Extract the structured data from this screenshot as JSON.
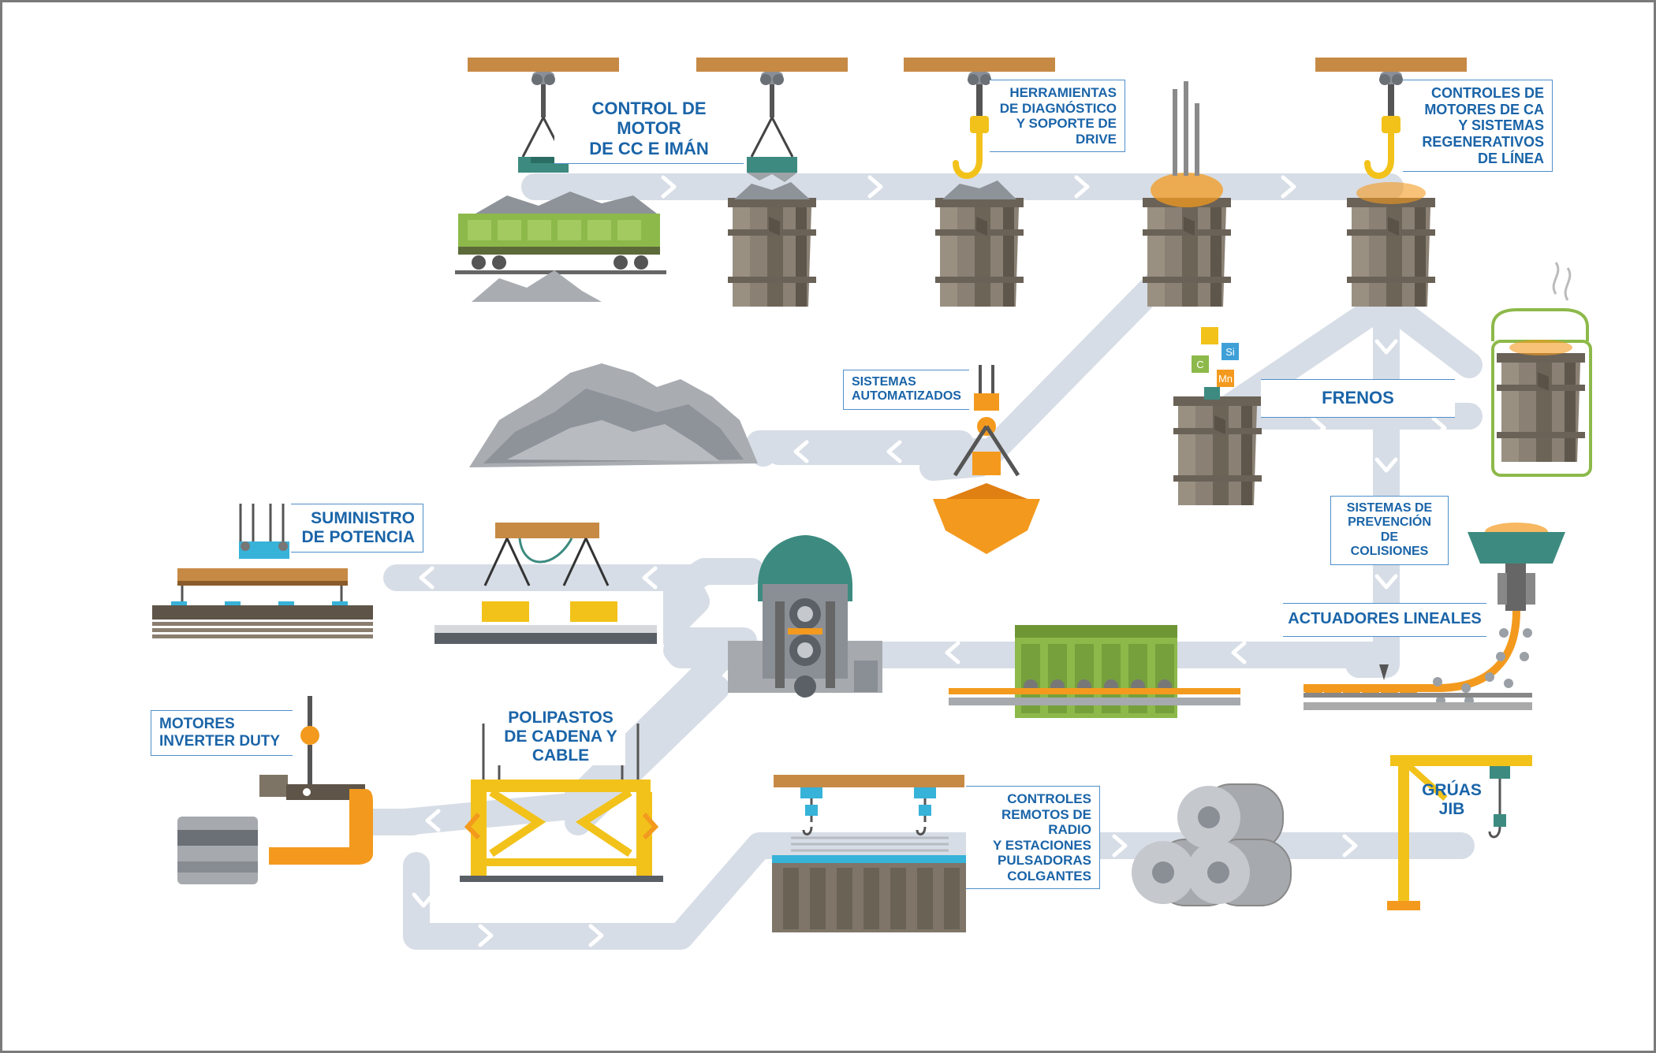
{
  "diagram": {
    "colors": {
      "flow": "#d7dde6",
      "label_text": "#1a64a8",
      "label_border": "#4f8fcb",
      "beam": "#c68a45",
      "crane_yellow": "#f2c21a",
      "orange": "#f39a1e",
      "green": "#8db94a",
      "teal": "#3d8b80",
      "barrel": "#7f7568"
    },
    "labels": {
      "dc_motor": [
        "CONTROL DE MOTOR",
        "DE CC E IMÁN"
      ],
      "diagnostic": [
        "HERRAMIENTAS",
        "DE DIAGNÓSTICO",
        "Y SOPORTE DE",
        "DRIVE"
      ],
      "ac_motor": [
        "CONTROLES DE",
        "MOTORES DE CA",
        "Y SISTEMAS",
        "REGENERATIVOS",
        "DE LÍNEA"
      ],
      "automated": [
        "SISTEMAS",
        "AUTOMATIZADOS"
      ],
      "brakes": [
        "FRENOS"
      ],
      "collision": [
        "SISTEMAS DE",
        "PREVENCIÓN DE",
        "COLISIONES"
      ],
      "actuators": [
        "ACTUADORES LINEALES"
      ],
      "power_supply": [
        "SUMINISTRO",
        "DE POTENCIA"
      ],
      "inverter_motors": [
        "MOTORES",
        "INVERTER DUTY"
      ],
      "hoists": [
        "POLIPASTOS",
        "DE CADENA Y",
        "CABLE"
      ],
      "radio_remotes": [
        "CONTROLES",
        "REMOTOS DE RADIO",
        "Y ESTACIONES",
        "PULSADORAS",
        "COLGANTES"
      ],
      "jib_cranes": [
        "GRÚAS",
        "JIB"
      ]
    },
    "alloy_chips": [
      "C",
      "Si",
      "Mn"
    ]
  }
}
